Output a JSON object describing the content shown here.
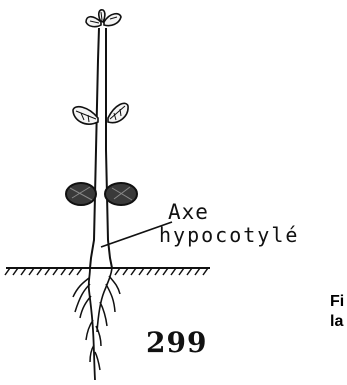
{
  "labels": {
    "axe": "Axe",
    "hypocotyle": "hypocotylé"
  },
  "figure_number": "299",
  "caption": {
    "line1": "Fi",
    "line2": "la"
  },
  "colors": {
    "ink": "#111111",
    "background": "#ffffff"
  }
}
